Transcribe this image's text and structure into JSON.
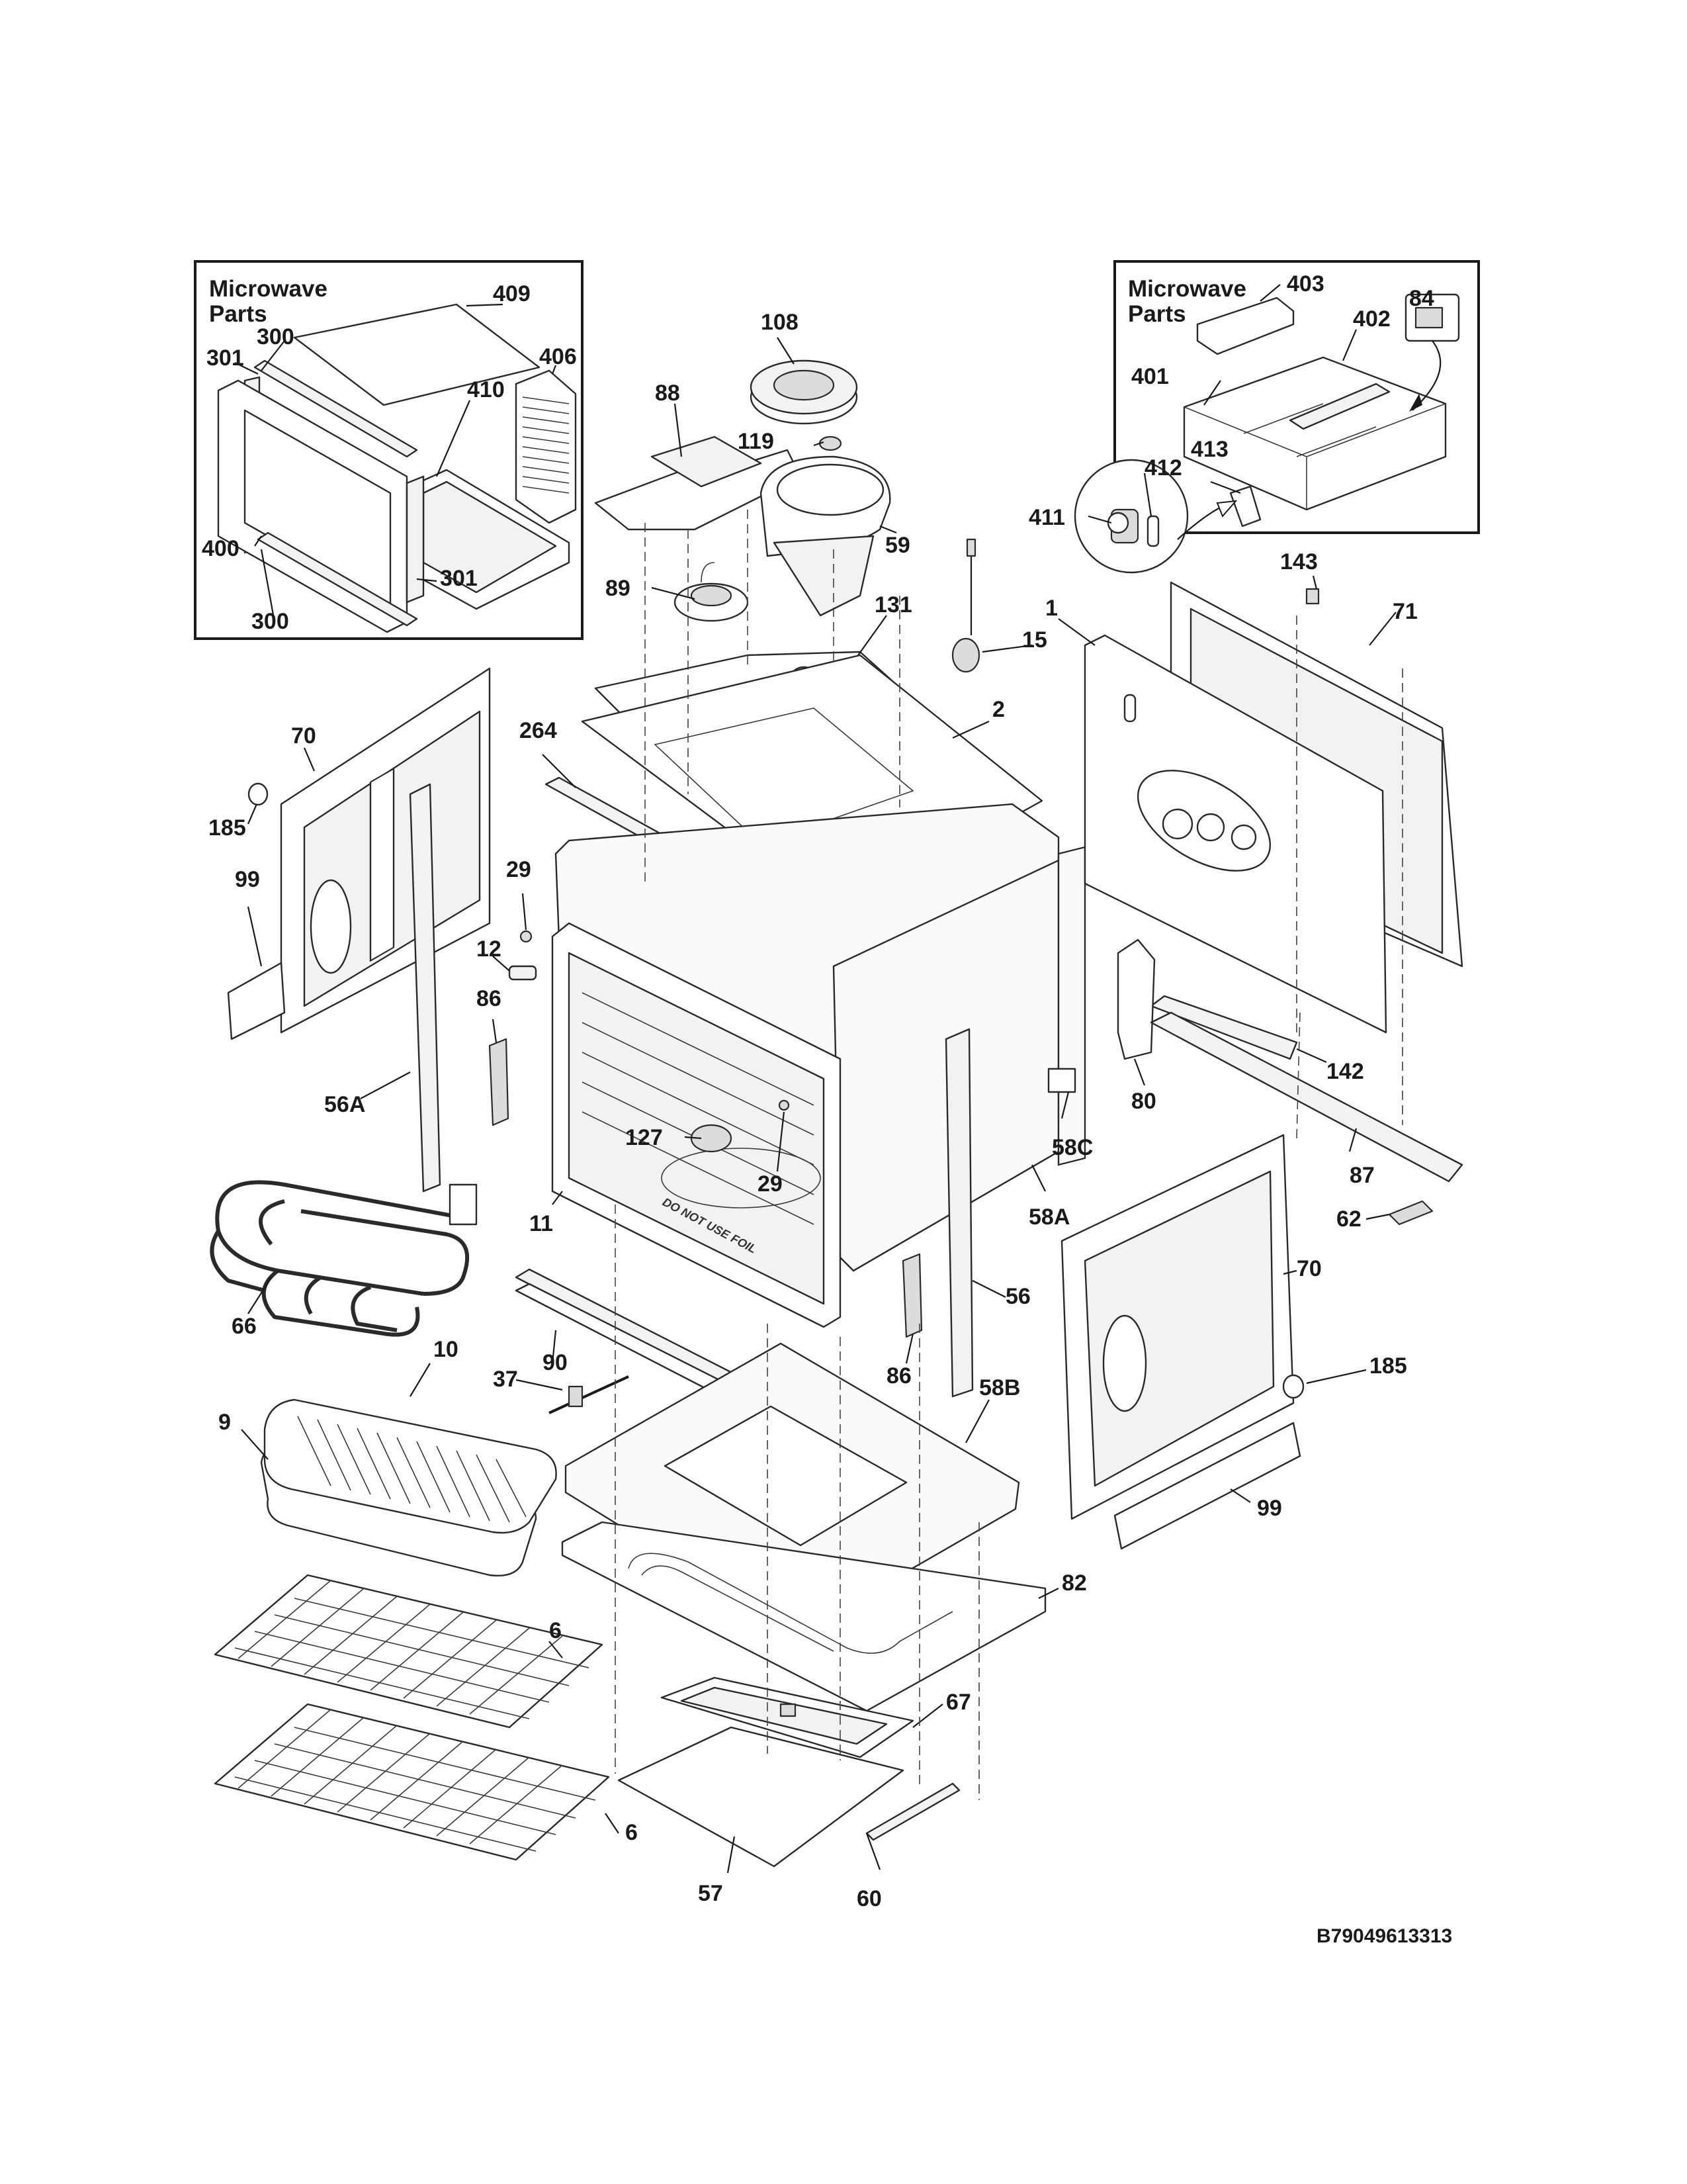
{
  "insets": {
    "left_title_line1": "Microwave",
    "left_title_line2": "Parts",
    "right_title_line1": "Microwave",
    "right_title_line2": "Parts"
  },
  "callouts": {
    "c409": "409",
    "c300a": "300",
    "c301a": "301",
    "c406": "406",
    "c410": "410",
    "c400": "400",
    "c301b": "301",
    "c300b": "300",
    "c108": "108",
    "c88": "88",
    "c119": "119",
    "c59": "59",
    "c89": "89",
    "c131": "131",
    "c15": "15",
    "c403": "403",
    "c84": "84",
    "c402": "402",
    "c401": "401",
    "c412": "412",
    "c413": "413",
    "c411": "411",
    "c143": "143",
    "c1": "1",
    "c71": "71",
    "c2": "2",
    "c70a": "70",
    "c264": "264",
    "c185a": "185",
    "c99a": "99",
    "c29a": "29",
    "c12": "12",
    "c86a": "86",
    "c56A": "56A",
    "c142": "142",
    "c80": "80",
    "c127": "127",
    "c29b": "29",
    "c58C": "58C",
    "c87": "87",
    "c58A": "58A",
    "c62": "62",
    "c11": "11",
    "c66": "66",
    "c70b": "70",
    "c56": "56",
    "c90": "90",
    "c86b": "86",
    "c185b": "185",
    "c10": "10",
    "c37": "37",
    "c58B": "58B",
    "c9": "9",
    "c99b": "99",
    "c82": "82",
    "c6a": "6",
    "c67": "67",
    "c6b": "6",
    "c57": "57",
    "c60": "60"
  },
  "drawing_number": "B79049613313"
}
